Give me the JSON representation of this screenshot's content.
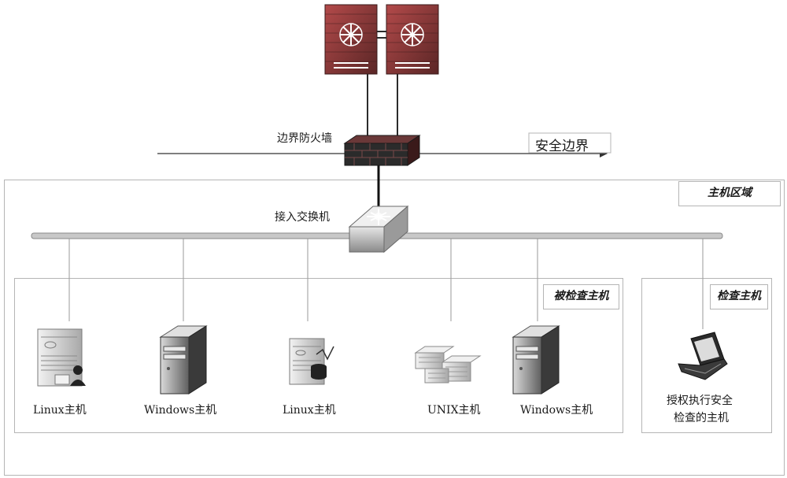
{
  "labels": {
    "border_firewall": "边界防火墙",
    "security_boundary": "安全边界",
    "host_zone": "主机区域",
    "access_switch": "接入交换机",
    "inspected_hosts": "被检查主机",
    "inspection_host": "检查主机"
  },
  "hosts": [
    {
      "label": "Linux主机",
      "icon": "linux-server-icon"
    },
    {
      "label": "Windows主机",
      "icon": "windows-tower-icon"
    },
    {
      "label": "Linux主机",
      "icon": "linux-database-server-icon"
    },
    {
      "label": "UNIX主机",
      "icon": "unix-rack-server-icon"
    },
    {
      "label": "Windows主机",
      "icon": "windows-tower-icon"
    }
  ],
  "inspection_host": {
    "label_line1": "授权执行安全",
    "label_line2": "检查的主机",
    "icon": "laptop-icon"
  },
  "colors": {
    "zone_border": "#b5b5b5",
    "backbone": "#c8c8c8",
    "device_dark": "#2b2b2b",
    "device_red": "#8a3a3a"
  }
}
